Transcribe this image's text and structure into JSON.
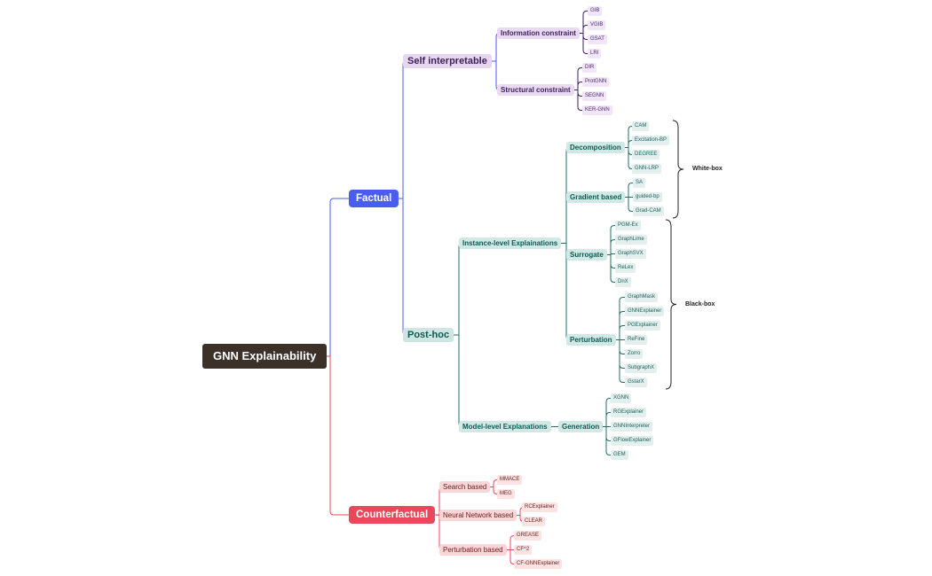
{
  "root": "GNN Explainability",
  "colors": {
    "blue": "#4a5df0",
    "teal": "#1f6f68",
    "red": "#e8485a",
    "purple": "#3d1f5a"
  },
  "factual": {
    "label": "Factual",
    "self_interpretable": {
      "label": "Self interpretable",
      "information_constraint": {
        "label": "Information constraint",
        "items": [
          "GIB",
          "VGIB",
          "GSAT",
          "LRI"
        ]
      },
      "structural_constraint": {
        "label": "Structural constraint",
        "items": [
          "DIR",
          "ProtGNN",
          "SEGNN",
          "KER-GNN"
        ]
      }
    },
    "post_hoc": {
      "label": "Post-hoc",
      "instance_level": {
        "label": "Instance-level Explainations",
        "decomposition": {
          "label": "Decomposition",
          "items": [
            "CAM",
            "Excitation-BP",
            "DEGREE",
            "GNN-LRP"
          ]
        },
        "gradient_based": {
          "label": "Gradient based",
          "items": [
            "SA",
            "guided-bp",
            "Grad-CAM"
          ]
        },
        "surrogate": {
          "label": "Surrogate",
          "items": [
            "PGM-Ex",
            "GraphLime",
            "GraphSVX",
            "ReLex",
            "DnX"
          ]
        },
        "perturbation": {
          "label": "Perturbation",
          "items": [
            "GraphMask",
            "GNNExplainer",
            "PGExplainer",
            "ReFine",
            "Zorro",
            "SubgraphX",
            "GstarX"
          ]
        }
      },
      "model_level": {
        "label": "Model-level Explanations",
        "generation": {
          "label": "Generation",
          "items": [
            "XGNN",
            "RGExplainer",
            "GNNInterpreter",
            "GFlowExplainer",
            "GEM"
          ]
        }
      }
    },
    "white_box": "White-box",
    "black_box": "Black-box"
  },
  "counterfactual": {
    "label": "Counterfactual",
    "search_based": {
      "label": "Search based",
      "items": [
        "MMACE",
        "MEG"
      ]
    },
    "neural_network_based": {
      "label": "Neural Network based",
      "items": [
        "RCExplainer",
        "CLEAR"
      ]
    },
    "perturbation_based": {
      "label": "Perturbation based",
      "items": [
        "GREASE",
        "CF^2",
        "CF-GNNExplainer"
      ]
    }
  }
}
